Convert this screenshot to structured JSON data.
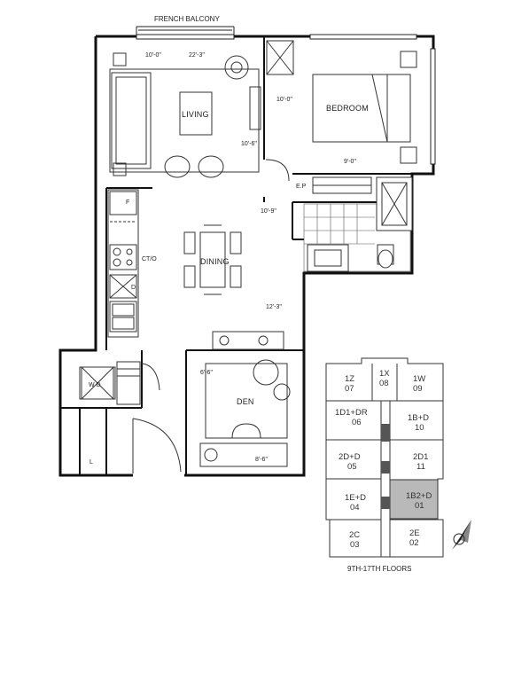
{
  "plan": {
    "balcony_label": "FRENCH BALCONY",
    "rooms": {
      "living": "LIVING",
      "bedroom": "BEDROOM",
      "dining": "DINING",
      "den": "DEN"
    },
    "dimensions": {
      "living_w": "10'-0\"",
      "living_l": "22'-3\"",
      "living_side": "10'-6\"",
      "bed_l": "10'-0\"",
      "bed_w": "9'-0\"",
      "hall": "10'-9\"",
      "dining": "12'-3\"",
      "den_l": "6'-6\"",
      "den_w": "8'-6\""
    },
    "fixtures": {
      "fridge": "F",
      "counter": "CT/O",
      "dishwasher": "D",
      "washer_dryer": "W  D",
      "linen": "L",
      "electrical_panel": "E.P"
    }
  },
  "keyplan": {
    "title": "9TH-17TH FLOORS",
    "units": [
      {
        "name": "1Z",
        "num": "07"
      },
      {
        "name": "1X",
        "num": "08"
      },
      {
        "name": "1W",
        "num": "09"
      },
      {
        "name": "1D1+DR",
        "num": "06"
      },
      {
        "name": "1B+D",
        "num": "10"
      },
      {
        "name": "2D+D",
        "num": "05"
      },
      {
        "name": "2D1",
        "num": "11"
      },
      {
        "name": "1E+D",
        "num": "04"
      },
      {
        "name": "1B2+D",
        "num": "01"
      },
      {
        "name": "2C",
        "num": "03"
      },
      {
        "name": "2E",
        "num": "02"
      }
    ],
    "highlight_color": "#b9b9b9"
  }
}
